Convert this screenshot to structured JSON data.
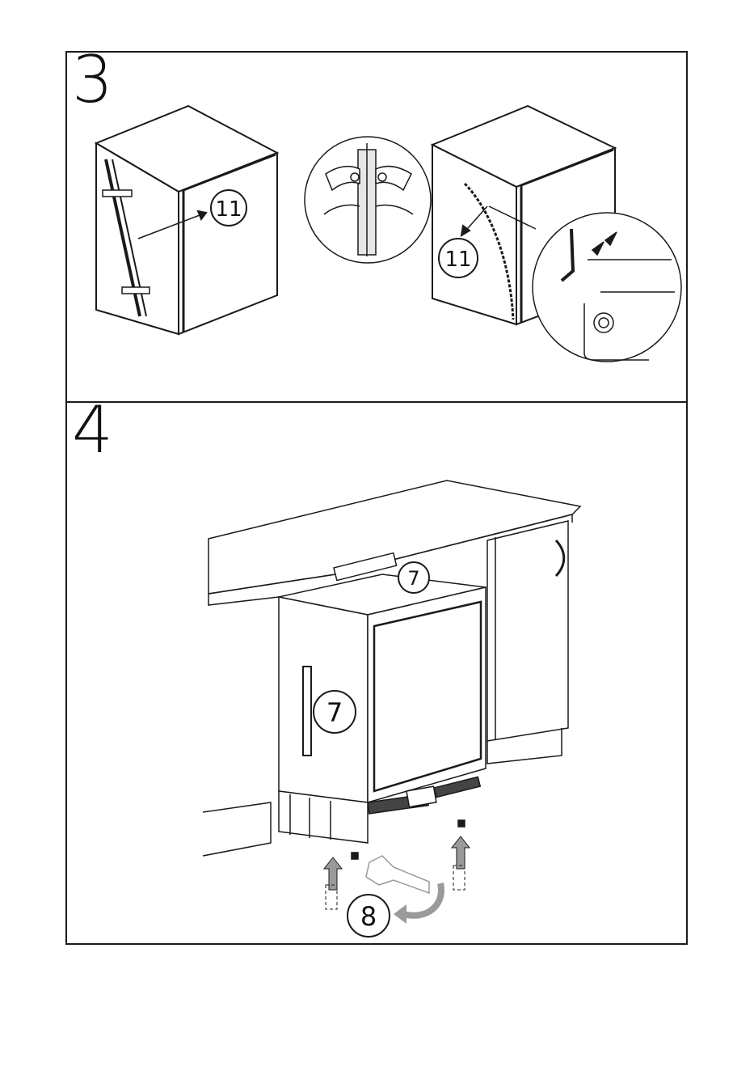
{
  "steps": [
    {
      "number": "3",
      "callouts": [
        "11",
        "11"
      ]
    },
    {
      "number": "4",
      "callouts": [
        "7",
        "7",
        "8"
      ]
    }
  ],
  "colors": {
    "line": "#1a1a1a",
    "arrow_fill": "#9a9a9a",
    "panel_bg": "#ffffff"
  }
}
